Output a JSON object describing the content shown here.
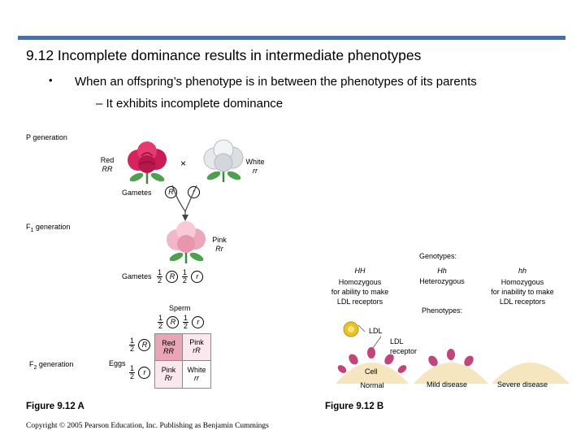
{
  "title": "9.12 Incomplete dominance results in intermediate phenotypes",
  "bullet_symbol": "•",
  "bullet_1": "When an offspring’s phenotype is in between the phenotypes of its parents",
  "bullet_2": "– It exhibits incomplete dominance",
  "figA": {
    "p_generation": "P generation",
    "red_label": "Red",
    "red_genotype": "RR",
    "cross_symbol": "×",
    "white_label": "White",
    "white_genotype": "rr",
    "gametes_label": "Gametes",
    "allele_R": "R",
    "allele_r": "r",
    "f1_generation": "F1 generation",
    "f1_prefix": "F",
    "f1_sub": "1",
    "f1_suffix": " generation",
    "pink_label": "Pink",
    "pink_genotype": "Rr",
    "f1_gametes_label": "Gametes",
    "half_num": "1",
    "half_den": "2",
    "sperm_label": "Sperm",
    "eggs_label": "Eggs",
    "f2_prefix": "F",
    "f2_sub": "2",
    "f2_suffix": " generation",
    "punnett": [
      {
        "phenotype": "Red",
        "genotype": "RR",
        "color": "#e9a5b5"
      },
      {
        "phenotype": "Pink",
        "genotype": "rR",
        "color": "#fbe8ee"
      },
      {
        "phenotype": "Pink",
        "genotype": "Rr",
        "color": "#fbe8ee"
      },
      {
        "phenotype": "White",
        "genotype": "rr",
        "color": "#ffffff"
      }
    ],
    "caption": "Figure 9.12 A"
  },
  "figB": {
    "genotypes_header": "Genotypes:",
    "columns": [
      {
        "genotype": "HH",
        "description": "Homozygous for ability to make LDL receptors",
        "lines": [
          "Homozygous",
          "for ability to make",
          "LDL receptors"
        ],
        "phenotype": "Normal"
      },
      {
        "genotype": "Hh",
        "description": "Heterozygous",
        "lines": [
          "Heterozygous"
        ],
        "phenotype": "Mild disease"
      },
      {
        "genotype": "hh",
        "description": "Homozygous for inability to make LDL receptors",
        "lines": [
          "Homozygous",
          "for inability to make",
          "LDL receptors"
        ],
        "phenotype": "Severe disease"
      }
    ],
    "phenotypes_header": "Phenotypes:",
    "ldl_label": "LDL",
    "ldl_receptor_line1": "LDL",
    "ldl_receptor_line2": "receptor",
    "cell_label": "Cell",
    "caption": "Figure 9.12 B"
  },
  "colors": {
    "title_rule": "#4a6fa5",
    "red_flower": "#d6245f",
    "pink_flower": "#f2b6c8",
    "white_flower": "#e6e8ea",
    "cell_fill": "#f6e6bf",
    "receptor": "#c0457a",
    "ldl_particle": "#e8c22a"
  },
  "copyright": "Copyright © 2005 Pearson Education, Inc. Publishing as Benjamin Cummings"
}
